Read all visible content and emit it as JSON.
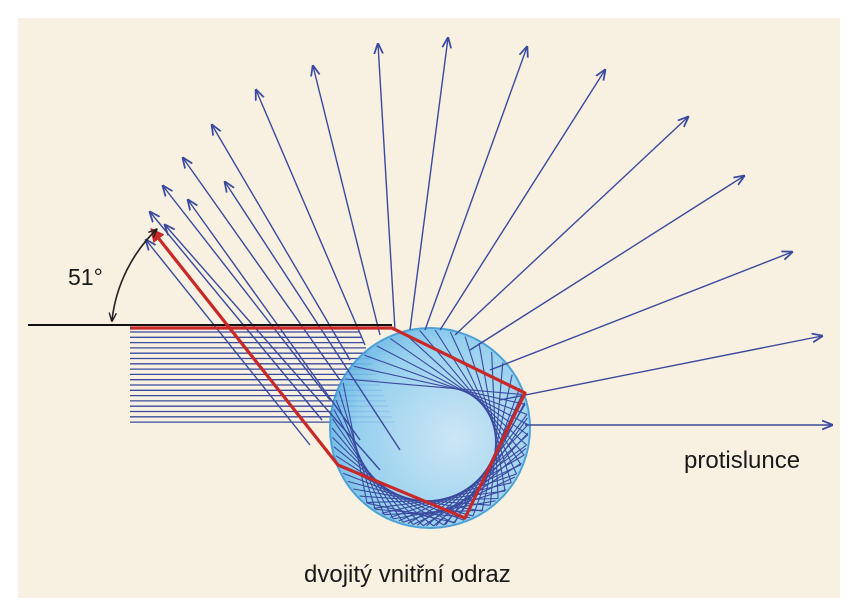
{
  "figure": {
    "angle_label": "51°",
    "direction_label": "protislunce",
    "caption": "dvojitý vnitřní odraz",
    "angle_degrees": 51
  },
  "colors": {
    "background": "#f8f0e0",
    "ray": "#3a4a9e",
    "highlight_ray": "#c82828",
    "droplet": "#7ec3ec",
    "droplet_edge": "#3a9ad6",
    "horizon": "#111111"
  }
}
